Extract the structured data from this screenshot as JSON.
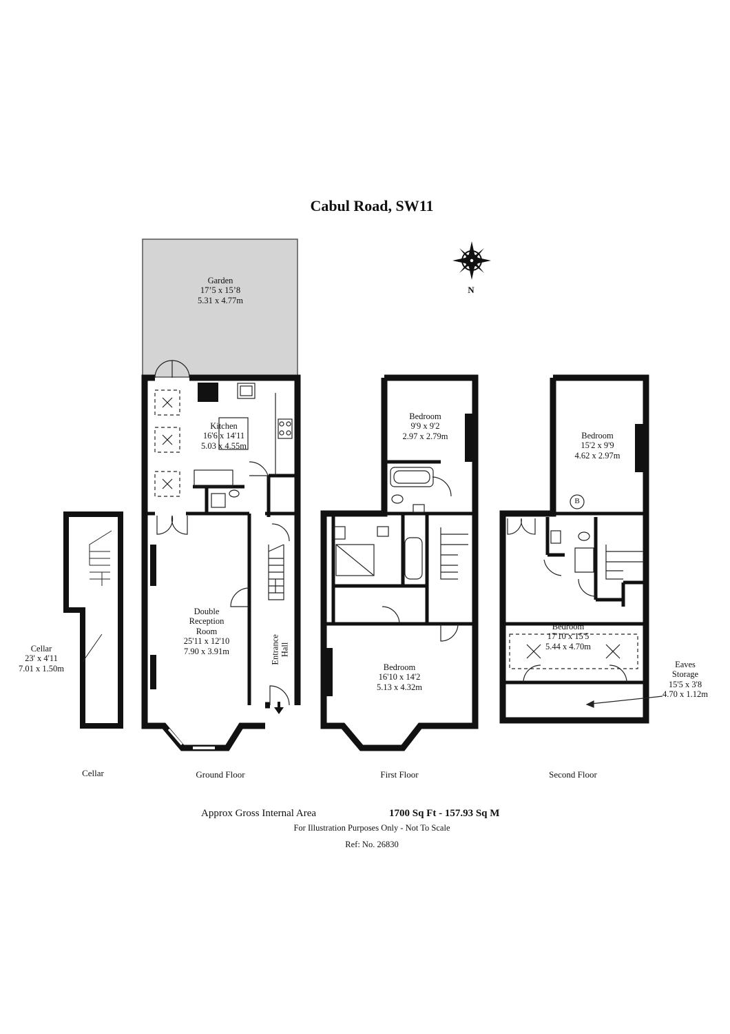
{
  "title": "Cabul Road, SW11",
  "compass": {
    "label": "N"
  },
  "rooms": {
    "garden": {
      "name": "Garden",
      "imperial": "17’5 x 15’8",
      "metric": "5.31 x 4.77m"
    },
    "kitchen": {
      "name": "Kitchen",
      "imperial": "16'6 x 14'11",
      "metric": "5.03 x 4.55m"
    },
    "reception": {
      "name": "Double Reception Room",
      "line1": "Double",
      "line2": "Reception",
      "line3": "Room",
      "imperial": "25'11 x 12'10",
      "metric": "7.90 x 3.91m"
    },
    "entrance_hall": {
      "line1": "Entrance",
      "line2": "Hall"
    },
    "cellar": {
      "name": "Cellar",
      "imperial": "23' x 4'11",
      "metric": "7.01 x 1.50m"
    },
    "ff_bedroom_rear": {
      "name": "Bedroom",
      "imperial": "9'9 x 9'2",
      "metric": "2.97 x 2.79m"
    },
    "ff_bedroom_front": {
      "name": "Bedroom",
      "imperial": "16'10 x 14'2",
      "metric": "5.13 x 4.32m"
    },
    "sf_bedroom_rear": {
      "name": "Bedroom",
      "imperial": "15'2 x 9'9",
      "metric": "4.62 x 2.97m"
    },
    "sf_bedroom_front": {
      "name": "Bedroom",
      "imperial": "17'10 x 15'5",
      "metric": "5.44 x 4.70m"
    },
    "eaves": {
      "line1": "Eaves",
      "line2": "Storage",
      "imperial": "15'5 x 3'8",
      "metric": "4.70 x 1.12m"
    },
    "boiler": {
      "label": "B"
    }
  },
  "floors": {
    "cellar": "Cellar",
    "ground": "Ground Floor",
    "first": "First Floor",
    "second": "Second Floor"
  },
  "footer": {
    "area_label": "Approx Gross Internal Area",
    "area_value": "1700 Sq Ft  -  157.93 Sq M",
    "disclaimer": "For Illustration Purposes Only - Not To Scale",
    "ref": "Ref: No. 26830"
  },
  "colors": {
    "wall": "#111111",
    "garden": "#d4d4d4",
    "line": "#222222"
  }
}
